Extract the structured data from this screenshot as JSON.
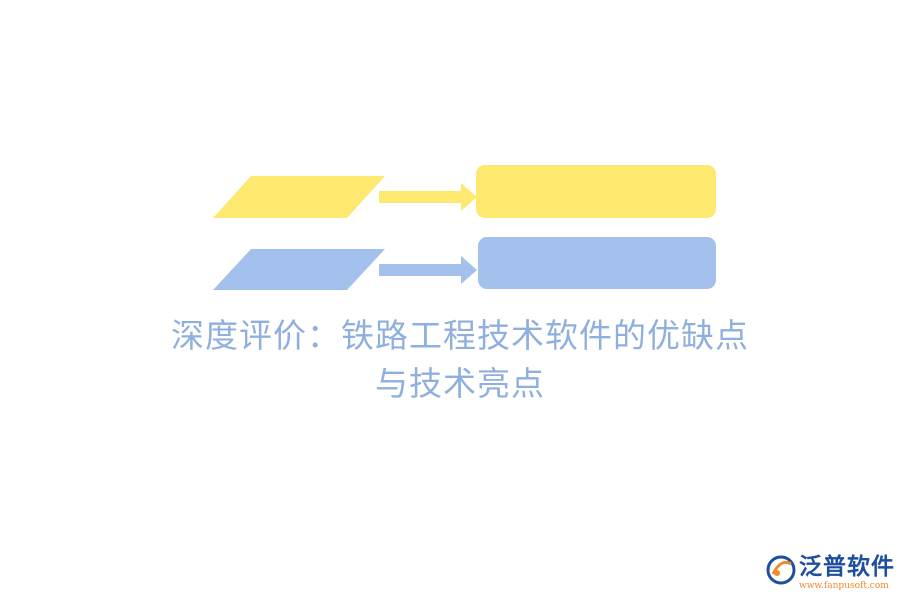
{
  "colors": {
    "yellow": "#fde870",
    "blue": "#a3c1ec",
    "title": "#8fb0de",
    "logo_blue": "#1d4f9e",
    "logo_orange": "#f08a2a"
  },
  "title": {
    "line1": "深度评价：铁路工程技术软件的优缺点",
    "line2": "与技术亮点"
  },
  "logo": {
    "icon": "fanpu-logo-icon",
    "brand": "泛普软件",
    "url": "www.fanpusoft.com"
  }
}
